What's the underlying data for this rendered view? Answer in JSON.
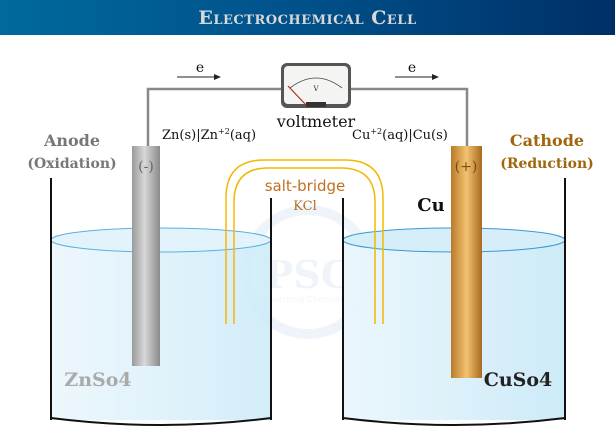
{
  "header": {
    "title": "Electrochemical Cell"
  },
  "electron_flow": {
    "left": "e",
    "right": "e"
  },
  "voltmeter": {
    "label": "voltmeter",
    "dial_symbol": "V"
  },
  "anode": {
    "title": "Anode",
    "process": "(Oxidation)",
    "sign": "(-)",
    "half_cell_main": "Zn(s)|Zn",
    "half_cell_sup": "+2",
    "half_cell_end": "(aq)",
    "solution": "ZnSo4"
  },
  "cathode": {
    "title": "Cathode",
    "process": "(Reduction)",
    "sign": "(+)",
    "half_cell_main": "Cu",
    "half_cell_sup": "+2",
    "half_cell_end": "(aq)|Cu(s)",
    "metal": "Cu",
    "solution": "CuSo4"
  },
  "salt_bridge": {
    "label": "salt-bridge",
    "electrolyte": "KCl"
  },
  "watermark": {
    "text": "PSC",
    "subtext": "Learning Chemistry"
  },
  "colors": {
    "header_start": "#006a9c",
    "header_end": "#002f66",
    "anode_text": "#777777",
    "cathode_text": "#a0660c",
    "bridge": "#f5b800",
    "bridge_text": "#c07020"
  }
}
